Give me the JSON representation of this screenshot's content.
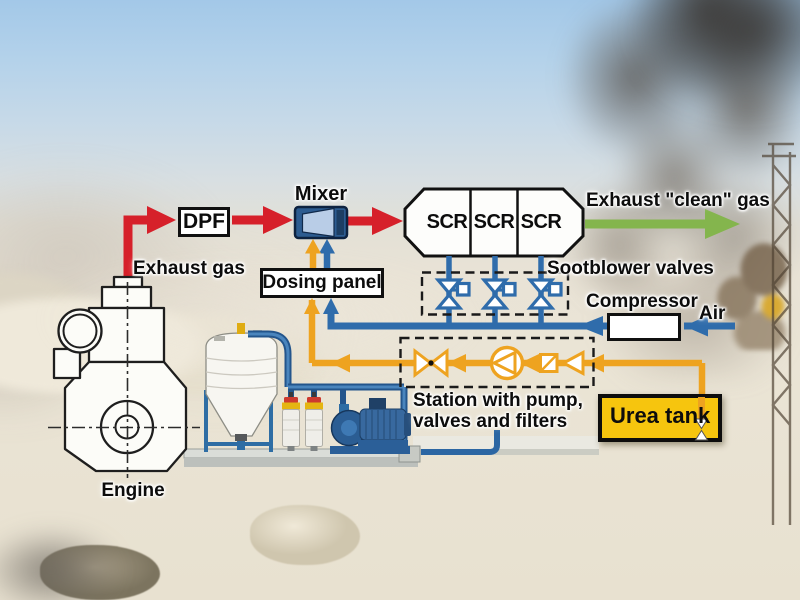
{
  "diagram": {
    "labels": {
      "engine": "Engine",
      "exhaust_gas": "Exhaust gas",
      "dpf": "DPF",
      "mixer": "Mixer",
      "dosing_panel": "Dosing panel",
      "exhaust_clean_gas": "Exhaust \"clean\" gas",
      "sootblower_valves": "Sootblower valves",
      "compressor": "Compressor",
      "air": "Air",
      "station_line1": "Station with pump,",
      "station_line2": "valves and filters",
      "urea_tank": "Urea tank"
    },
    "scr_units": [
      "SCR",
      "SCR",
      "SCR"
    ],
    "colors": {
      "exhaust_line": "#d6202a",
      "clean_gas_line": "#84b54d",
      "air_line": "#2f6cab",
      "urea_line": "#eea320",
      "urea_tank_fill": "#f6c50e"
    }
  }
}
